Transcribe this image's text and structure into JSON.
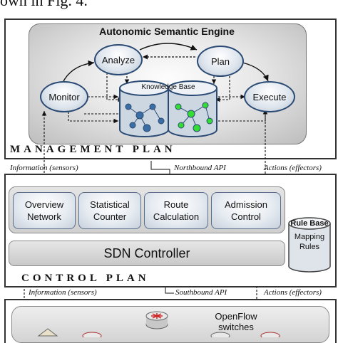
{
  "caption": {
    "text": "own in Fig. 4."
  },
  "management": {
    "engine_title": "Autonomic Semantic Engine",
    "nodes": {
      "analyze": "Analyze",
      "plan": "Plan",
      "monitor": "Monitor",
      "execute": "Execute"
    },
    "knowledge_base": "Knowledge Base",
    "plane_label": "MANAGEMENT PLAN"
  },
  "interfaces_top": {
    "info_sensors": "Information (sensors)",
    "northbound": "Northbound API",
    "actions_effectors": "Actions (effectors)"
  },
  "control": {
    "modules": [
      {
        "label": "Overview Network"
      },
      {
        "label": "Statistical Counter"
      },
      {
        "label": "Route Calculation"
      },
      {
        "label": "Admission Control"
      }
    ],
    "rule_base": {
      "title": "Rule Base",
      "subtitle": "Mapping Rules"
    },
    "sdn_controller": "SDN Controller",
    "plane_label": "CONTROL PLAN"
  },
  "interfaces_bottom": {
    "info_sensors": "Information (sensors)",
    "southbound": "Southbound API",
    "actions_effectors": "Actions (effectors)"
  },
  "data_plane": {
    "openflow_label": "OpenFlow switches"
  },
  "colors": {
    "node_border": "#2b4a73",
    "kb_left_dots": "#3a6ea5",
    "kb_right_dots": "#33dd33",
    "frame": "#333333"
  }
}
